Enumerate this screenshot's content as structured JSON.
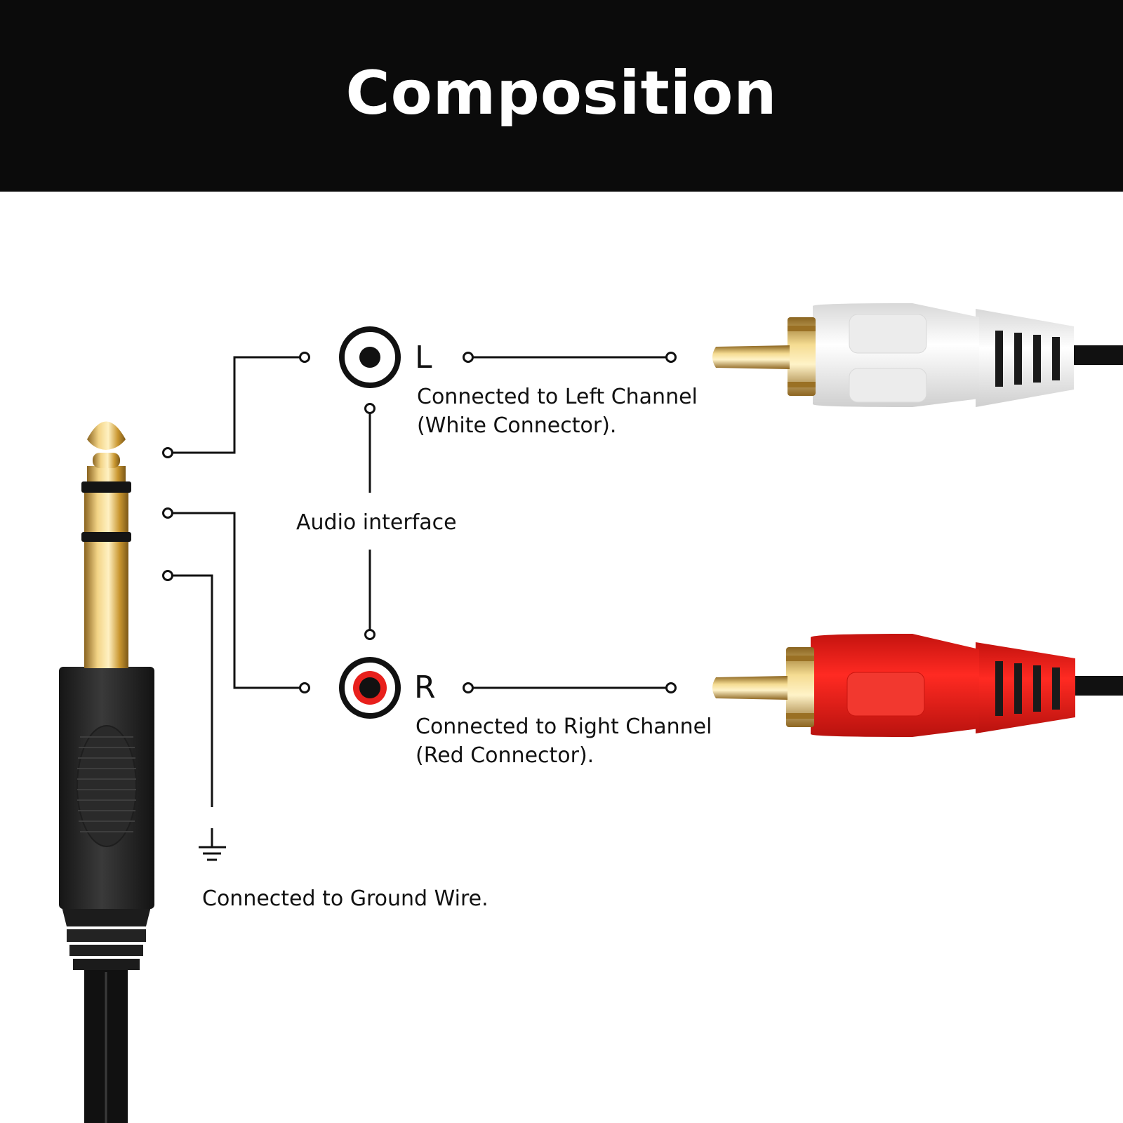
{
  "header": {
    "title": "Composition"
  },
  "left_channel": {
    "letter": "L",
    "line1": "Connected to Left Channel",
    "line2": "(White Connector).",
    "jack_color": "#111111",
    "plug_color": "#f2f2f2"
  },
  "right_channel": {
    "letter": "R",
    "line1": "Connected to Right Channel",
    "line2": "(Red Connector).",
    "jack_color": "#e8201c",
    "plug_color": "#e8201c"
  },
  "audio_interface": {
    "label": "Audio interface"
  },
  "ground": {
    "label": "Connected to Ground Wire.",
    "icon": "ground-icon"
  },
  "jack_plug": {
    "icon": "quarter-inch-jack-plug",
    "metal_color": "#d4a94a",
    "body_color": "#2b2b2b"
  },
  "colors": {
    "header_bg": "#0b0b0b",
    "line": "#111111",
    "gold": "#d4a94a"
  }
}
